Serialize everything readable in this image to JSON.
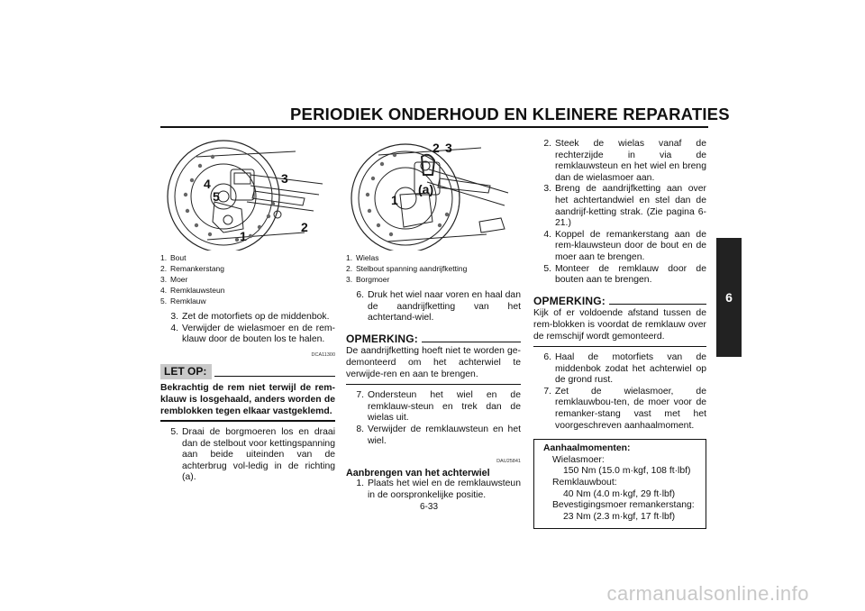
{
  "page": {
    "title": "PERIODIEK ONDERHOUD EN KLEINERE REPARATIES",
    "chapter_tab": "6",
    "page_number": "6-33",
    "watermark": "carmanualsonline.info"
  },
  "figure1": {
    "callouts": [
      "1",
      "2",
      "3",
      "4",
      "5"
    ],
    "legend": [
      {
        "n": "1.",
        "text": "Bout"
      },
      {
        "n": "2.",
        "text": "Remankerstang"
      },
      {
        "n": "3.",
        "text": "Moer"
      },
      {
        "n": "4.",
        "text": "Remklauwsteun"
      },
      {
        "n": "5.",
        "text": "Remklauw"
      }
    ]
  },
  "figure2": {
    "callouts": [
      "1",
      "2",
      "3",
      "(a)"
    ],
    "legend": [
      {
        "n": "1.",
        "text": "Wielas"
      },
      {
        "n": "2.",
        "text": "Stelbout spanning aandrijfketting"
      },
      {
        "n": "3.",
        "text": "Borgmoer"
      }
    ]
  },
  "col1": {
    "steps_a": [
      {
        "n": "3.",
        "text": "Zet de motorfiets op de middenbok."
      },
      {
        "n": "4.",
        "text": "Verwijder de wielasmoer en de rem-klauw door de bouten los te halen."
      }
    ],
    "caution_code": "DCA11300",
    "caution_label": "LET OP:",
    "caution_text": "Bekrachtig de rem niet terwijl de rem-klauw is losgehaald, anders worden de remblokken tegen elkaar vastgeklemd.",
    "steps_b": [
      {
        "n": "5.",
        "text": "Draai de borgmoeren los en draai dan de stelbout voor kettingspanning aan beide uiteinden van de achterbrug vol-ledig in de richting (a)."
      }
    ]
  },
  "col2": {
    "steps_a": [
      {
        "n": "6.",
        "text": "Druk het wiel naar voren en haal dan de aandrijfketting van het achtertand-wiel."
      }
    ],
    "note_label": "OPMERKING:",
    "note_text": "De aandrijfketting hoeft niet te worden ge-demonteerd om het achterwiel te verwijde-ren en aan te brengen.",
    "steps_b": [
      {
        "n": "7.",
        "text": "Ondersteun het wiel en de remklauw-steun en trek dan de wielas uit."
      },
      {
        "n": "8.",
        "text": "Verwijder de remklauwsteun en het wiel."
      }
    ],
    "section_code": "DAU25841",
    "section_heading": "Aanbrengen van het achterwiel",
    "steps_c": [
      {
        "n": "1.",
        "text": "Plaats het wiel en de remklauwsteun in de oorspronkelijke positie."
      }
    ]
  },
  "col3": {
    "steps_a": [
      {
        "n": "2.",
        "text": "Steek de wielas vanaf de rechterzijde in via de remklauwsteun en het wiel en breng dan de wielasmoer aan."
      },
      {
        "n": "3.",
        "text": "Breng de aandrijfketting aan over het achtertandwiel en stel dan de aandrijf-ketting strak. (Zie pagina 6-21.)"
      },
      {
        "n": "4.",
        "text": "Koppel de remankerstang aan de rem-klauwsteun door de bout en de moer aan te brengen."
      },
      {
        "n": "5.",
        "text": "Monteer de remklauw door de bouten aan te brengen."
      }
    ],
    "note_label": "OPMERKING:",
    "note_text": "Kijk of er voldoende afstand tussen de rem-blokken is voordat de remklauw over de remschijf wordt gemonteerd.",
    "steps_b": [
      {
        "n": "6.",
        "text": "Haal de motorfiets van de middenbok zodat het achterwiel op de grond rust."
      },
      {
        "n": "7.",
        "text": "Zet de wielasmoer, de remklauwbou-ten, de moer voor de remanker-stang vast met het voorgeschreven aanhaalmoment."
      }
    ],
    "torque": {
      "title": "Aanhaalmomenten:",
      "items": [
        {
          "label": "Wielasmoer:",
          "value": "150 Nm (15.0 m·kgf, 108 ft·lbf)"
        },
        {
          "label": "Remklauwbout:",
          "value": "40 Nm (4.0 m·kgf, 29 ft·lbf)"
        },
        {
          "label": "Bevestigingsmoer remankerstang:",
          "value": "23 Nm (2.3 m·kgf, 17 ft·lbf)"
        }
      ]
    }
  }
}
